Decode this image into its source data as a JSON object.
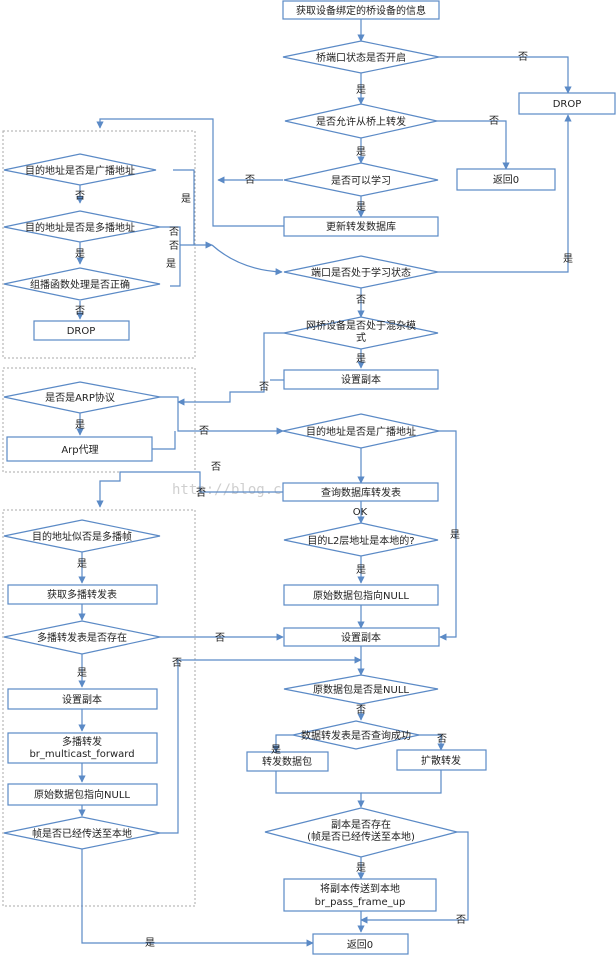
{
  "nodes": {
    "start": "获取设备绑定的桥设备的信息",
    "port_open": "桥端口状态是否开启",
    "drop_right": "DROP",
    "allow_forward": "是否允许从桥上转发",
    "return0_a": "返回0",
    "can_learn": "是否可以学习",
    "update_db": "更新转发数据库",
    "learning_state": "端口是否处于学习状态",
    "promisc_1": "网桥设备是否处于混杂模",
    "promisc_2": "式",
    "set_copy_1": "设置副本",
    "is_broadcast_main": "目的地址是否是广播地址",
    "query_db": "查询数据库转发表",
    "is_l2_local": "目的L2层地址是本地的?",
    "orig_null_1": "原始数据包指向NULL",
    "set_copy_2": "设置副本",
    "orig_is_null": "原数据包是否是NULL",
    "query_success": "数据转发表是否查询成功",
    "forward_pkt": "转发数据包",
    "flood_fwd": "扩散转发",
    "copy_exists_1": "副本是否存在",
    "copy_exists_2": "(帧是否已经传送至本地)",
    "pass_up_1": "将副本传送到本地",
    "pass_up_2": "br_pass_frame_up",
    "return0_b": "返回0",
    "left_is_broadcast": "目的地址是否是广播地址",
    "left_is_multicast": "目的地址是否是多播地址",
    "multicast_ok": "组播函数处理是否正确",
    "drop_left": "DROP",
    "is_arp": "是否是ARP协议",
    "arp_proxy": "Arp代理",
    "dst_multicast_frame": "目的地址似否是多播帧",
    "get_mcast_table": "获取多播转发表",
    "mcast_table_exists": "多播转发表是否存在",
    "set_copy_3": "设置副本",
    "mcast_fwd_1": "多播转发",
    "mcast_fwd_2": "br_multicast_forward",
    "orig_null_2": "原始数据包指向NULL",
    "frame_sent_local": "帧是否已经传送至本地"
  },
  "labels": {
    "no": "否",
    "yes": "是",
    "ok": "OK"
  },
  "watermark": "http://blog.csdn.net/NW_NW",
  "colors": {
    "stroke": "#5b8ac6",
    "fill": "#ffffff",
    "dotted": "#a9a9a9"
  }
}
